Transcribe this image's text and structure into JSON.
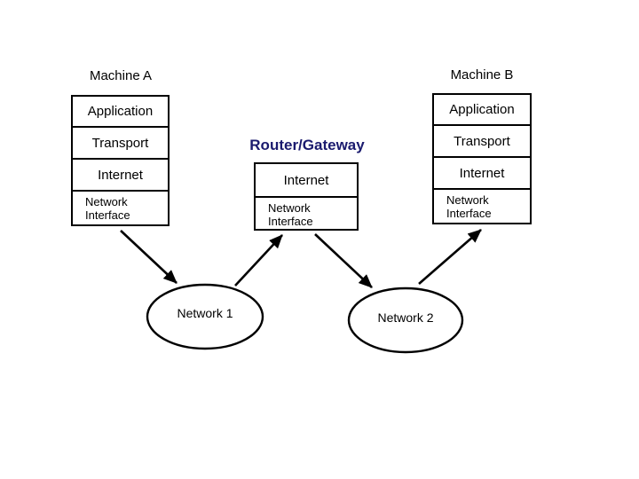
{
  "diagram": {
    "title_machine_a": "Machine A",
    "title_machine_b": "Machine B",
    "title_router": "Router/Gateway",
    "colors": {
      "stroke": "#000000",
      "background": "#ffffff",
      "router_text": "#1a1a6e"
    },
    "machine_a": {
      "label": "Machine A",
      "layers": [
        {
          "label": "Application"
        },
        {
          "label": "Transport"
        },
        {
          "label": "Internet"
        },
        {
          "label_line1": "Network",
          "label_line2": "Interface"
        }
      ]
    },
    "machine_b": {
      "label": "Machine B",
      "layers": [
        {
          "label": "Application"
        },
        {
          "label": "Transport"
        },
        {
          "label": "Internet"
        },
        {
          "label_line1": "Network",
          "label_line2": "Interface"
        }
      ]
    },
    "router": {
      "label": "Router/Gateway",
      "layers": [
        {
          "label": "Internet"
        },
        {
          "label_line1": "Network",
          "label_line2": "Interface"
        }
      ]
    },
    "networks": [
      {
        "label": "Network 1"
      },
      {
        "label": "Network 2"
      }
    ],
    "connections": [
      {
        "from": "machine-a-network-interface",
        "to": "network-1"
      },
      {
        "from": "network-1",
        "to": "router-network-interface"
      },
      {
        "from": "router-network-interface",
        "to": "network-2"
      },
      {
        "from": "network-2",
        "to": "machine-b-network-interface"
      }
    ]
  }
}
